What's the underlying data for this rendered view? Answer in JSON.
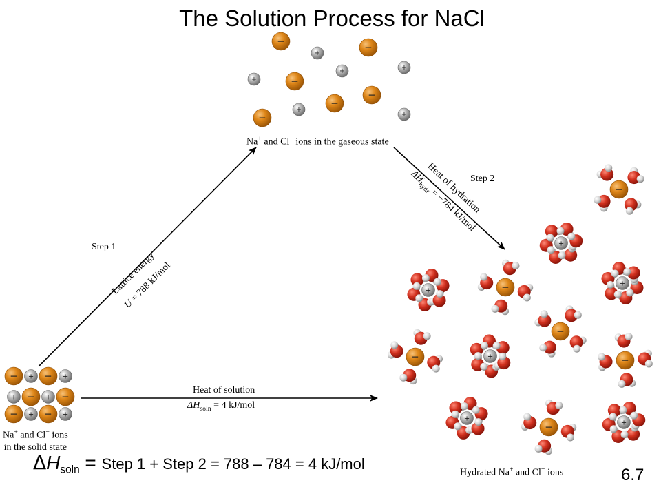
{
  "title": "The Solution Process for NaCl",
  "gaseous_label": {
    "pre": "Na",
    "sup1": "+",
    "mid": " and Cl",
    "sup2": "−",
    "post": " ions in the gaseous state"
  },
  "solid_label": {
    "line1_pre": "Na",
    "sup1": "+",
    "line1_mid": " and Cl",
    "sup2": "−",
    "line1_post": " ions",
    "line2": "in the solid state"
  },
  "hydrated_label": {
    "pre": "Hydrated Na",
    "sup1": "+",
    "mid": " and Cl",
    "sup2": "−",
    "post": " ions"
  },
  "step1": {
    "label": "Step 1",
    "name": "Lattice energy",
    "eq_sym": "U",
    "eq_val": " = 788 kJ/mol"
  },
  "step2": {
    "label": "Step 2",
    "name": "Heat of hydration",
    "eq_delta": "ΔH",
    "eq_sub": "hydr",
    "eq_val": " = −784 kJ/mol"
  },
  "solution": {
    "name": "Heat of solution",
    "eq_delta": "ΔH",
    "eq_sub": "soln",
    "eq_val": " = 4 kJ/mol"
  },
  "formula": {
    "delta": "Δ",
    "h": "H",
    "sub": "soln",
    "eq": " = ",
    "rest": "Step 1 + Step 2 = 788 – 784 = 4 kJ/mol"
  },
  "slide_number": "6.7",
  "ion_signs": {
    "cation": "+",
    "anion": "−"
  },
  "colors": {
    "sodium": "#9a9a9a",
    "chloride": "#d67d12",
    "oxygen": "#c62a1a",
    "hydrogen": "#dcdcdc",
    "arrow": "#000000"
  }
}
